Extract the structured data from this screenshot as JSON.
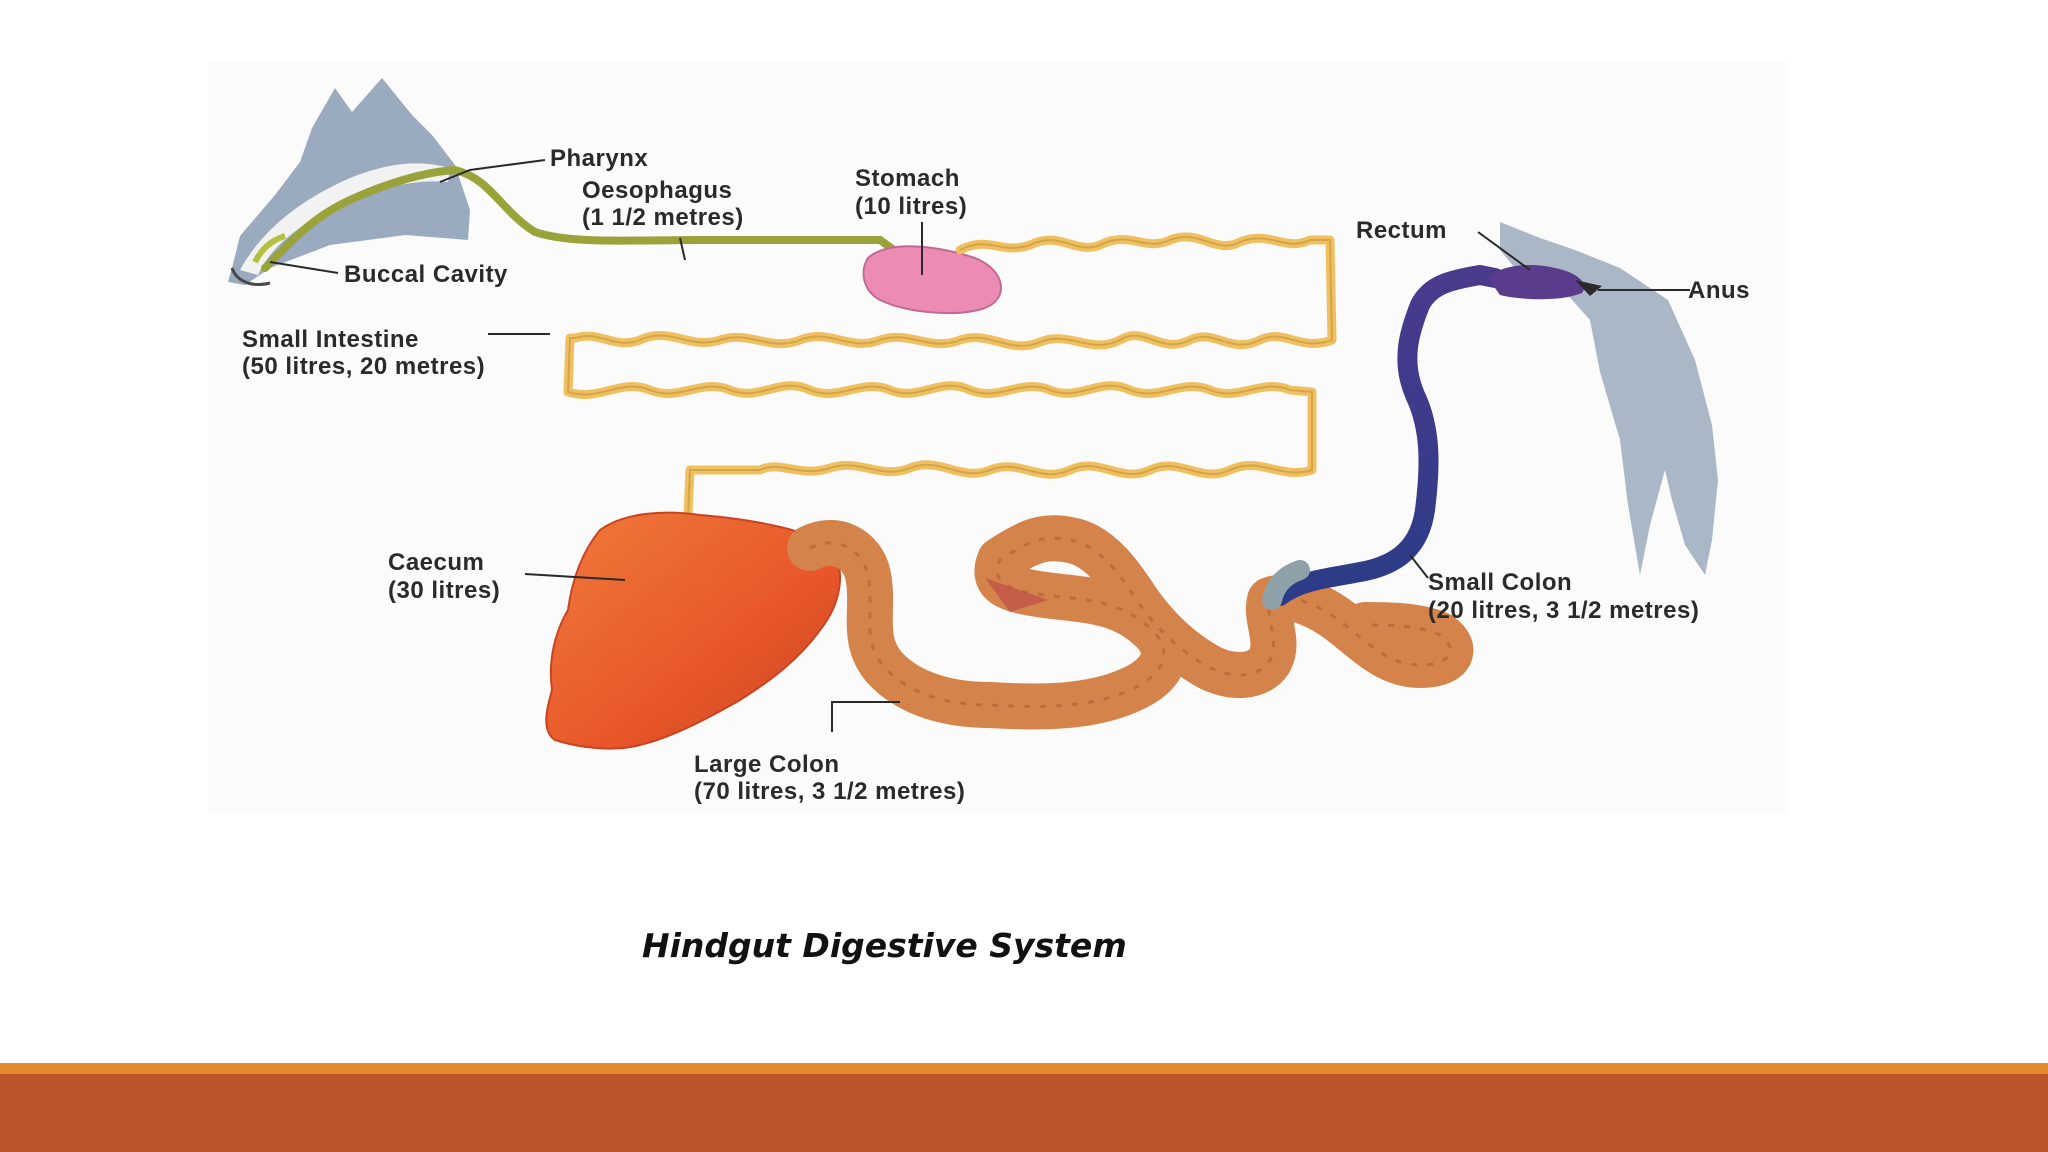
{
  "colors": {
    "footer_stripe": "#e48a2c",
    "footer_bar": "#bc542c",
    "small_intestine": "#f0c060",
    "oesophagus": "#9aa23a",
    "stomach": "#ec8cb4",
    "caecum": "#e8642a",
    "large_colon": "#d4844a",
    "small_colon": "#3a4c98",
    "rectum": "#5a3c8c",
    "horse_silhouette": "#8a9cb4"
  },
  "labels": {
    "pharynx": "Pharynx",
    "oesophagus": {
      "name": "Oesophagus",
      "detail": "(1 1/2 metres)"
    },
    "buccal_cavity": "Buccal Cavity",
    "stomach": {
      "name": "Stomach",
      "detail": "(10 litres)"
    },
    "small_intestine": {
      "name": "Small Intestine",
      "detail": "(50 litres, 20 metres)"
    },
    "rectum": "Rectum",
    "anus": "Anus",
    "caecum": {
      "name": "Caecum",
      "detail": "(30 litres)"
    },
    "small_colon": {
      "name": "Small Colon",
      "detail": "(20 litres, 3 1/2 metres)"
    },
    "large_colon": {
      "name": "Large Colon",
      "detail": "(70 litres, 3 1/2 metres)"
    }
  },
  "caption": "Hindgut Digestive System"
}
